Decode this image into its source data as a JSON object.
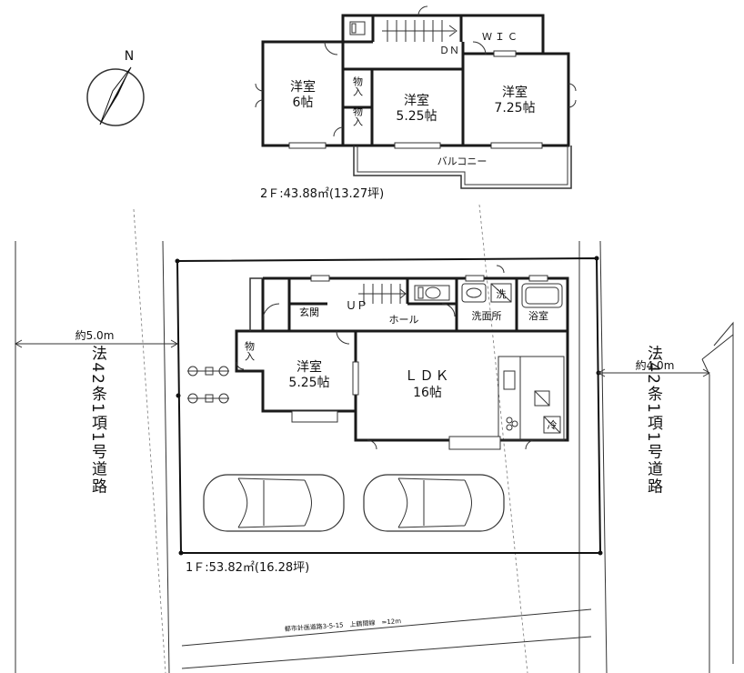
{
  "compass": {
    "north_label": "N"
  },
  "floor2": {
    "area_label": "2Ｆ:43.88㎡(13.27坪)",
    "wic_label": "ＷＩＣ",
    "dn_label": "ＤＮ",
    "balcony_label": "バルコニー",
    "rooms": [
      {
        "name": "洋室",
        "size": "6帖"
      },
      {
        "name": "洋室",
        "size": "5.25帖"
      },
      {
        "name": "洋室",
        "size": "7.25帖"
      }
    ],
    "storage": [
      "物入",
      "物入"
    ]
  },
  "floor1": {
    "area_label": "1Ｆ:53.82㎡(16.28坪)",
    "entrance_label": "玄関",
    "up_label": "ＵＰ",
    "hall_label": "ホール",
    "washroom_label": "洗面所",
    "bath_label": "浴室",
    "wash_machine_label": "洗",
    "storage_label": "物入",
    "western_room": {
      "name": "洋室",
      "size": "5.25帖"
    },
    "ldk": {
      "name": "ＬＤＫ",
      "size": "16帖"
    },
    "fridge_label": "冷",
    "range_label": "Ⓡ"
  },
  "site": {
    "left_distance": "約5.0m",
    "right_distance": "約4.0m",
    "left_road": "法42条1項1号道路",
    "right_road": "法42条1項1号道路",
    "bottom_road": "都市計画道路3-5-15　上鶴間線　=12m"
  }
}
